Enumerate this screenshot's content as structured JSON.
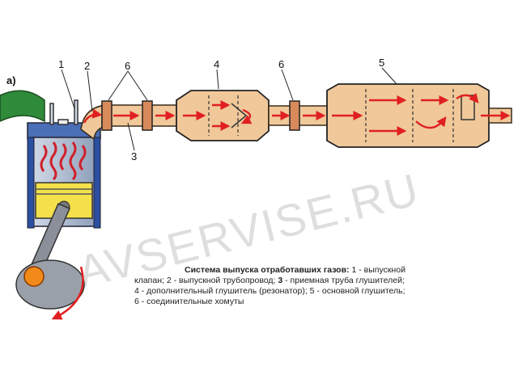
{
  "figure_label": "а)",
  "callouts": {
    "c1": "1",
    "c2": "2",
    "c6a": "6",
    "c4": "4",
    "c6b": "6",
    "c5": "5",
    "c3": "3"
  },
  "watermark": "AVSERVISE.RU",
  "caption": {
    "title": "Система выпуска отработавших газов:",
    "line1_rest": " 1 - выпускной",
    "line2a": "клапан; 2 - выпускной трубопровод; ",
    "line2b": "3",
    "line2c": " - приемная труба глушителей;",
    "line3": "4 - дополнительный глушитель (резонатор); 5 - основной глушитель;",
    "line4": "6 - соединительные хомуты"
  },
  "colors": {
    "pipe": "#f0c89a",
    "pipe_stroke": "#3a2a1a",
    "arrow": "#e02020",
    "engine_green": "#2f8a3a",
    "cylinder_blue": "#2b4fa0",
    "piston_yellow": "#f4e04a"
  }
}
